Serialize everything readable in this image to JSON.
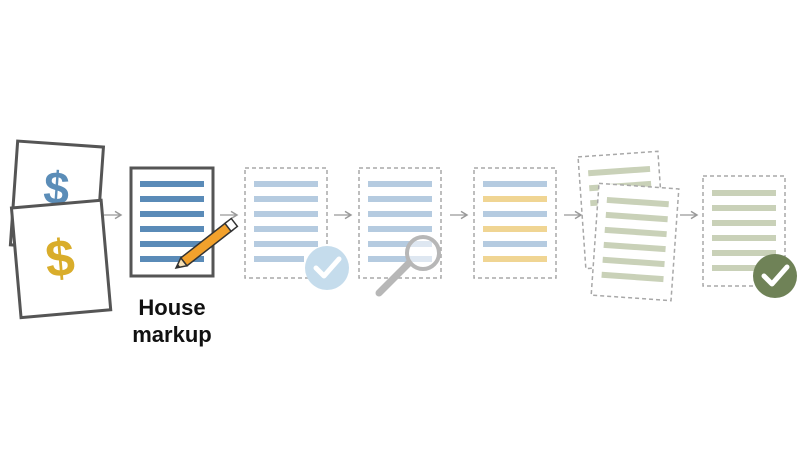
{
  "diagram": {
    "steps": [
      {
        "id": "budget-request",
        "icon": "dollar-documents",
        "accent": "#d9ad2b"
      },
      {
        "id": "house-markup",
        "label_lines": [
          "House",
          "markup"
        ],
        "highlighted": true,
        "icon": "pencil",
        "accent": "#f2a12c"
      },
      {
        "id": "passed",
        "icon": "check-badge",
        "accent": "#aac4dc"
      },
      {
        "id": "review",
        "icon": "magnifying-glass",
        "accent": "#b7b7b7"
      },
      {
        "id": "amended",
        "icon": "lines",
        "accent": "#efd595"
      },
      {
        "id": "versions",
        "icon": "stacked-documents",
        "accent": "#c9d2b8"
      },
      {
        "id": "final",
        "icon": "check-badge",
        "accent": "#6f8257"
      }
    ],
    "colors": {
      "dollar_blue": "#5b8db8",
      "dollar_gold": "#d9ad2b",
      "line_dark_blue": "#5a8bb8",
      "line_light_blue": "#b5cbe0",
      "line_yellow": "#f0d593",
      "line_green": "#c9d1b8",
      "check_light": "#c5dcec",
      "check_dark": "#6f8257",
      "arrow": "#999999",
      "frame_dark": "#555555",
      "frame_dashed": "#a8a8a8"
    }
  }
}
